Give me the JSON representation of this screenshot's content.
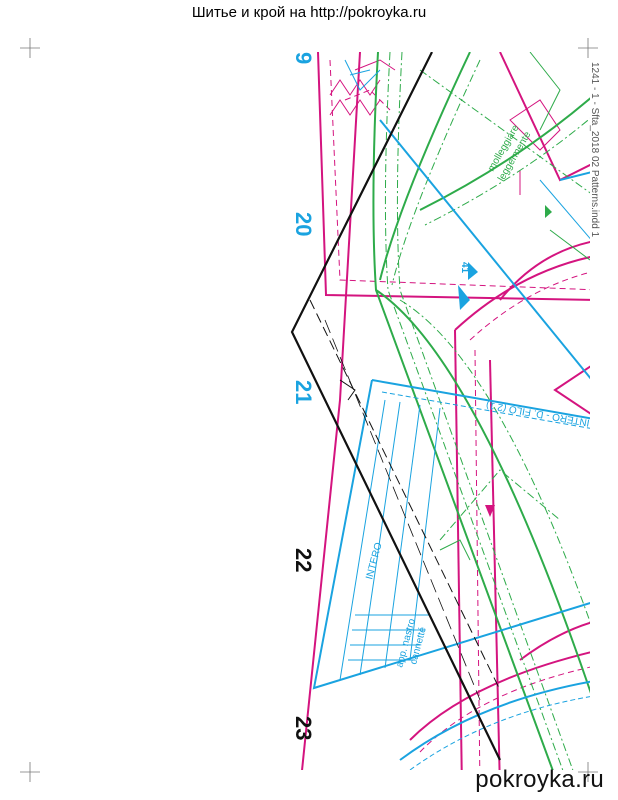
{
  "header": {
    "title": "Шитье и крой на http://pokroyka.ru"
  },
  "footer": {
    "watermark": "pokroyka.ru"
  },
  "page_numbers": [
    {
      "text": "20",
      "color": "#1aa3e0"
    },
    {
      "text": "21",
      "color": "#1aa3e0"
    },
    {
      "text": "22",
      "color": "#111111"
    },
    {
      "text": "23",
      "color": "#111111"
    }
  ],
  "labels": {
    "intero": "INTERO",
    "app_nastro": "app. nastro",
    "cannette": "cannetté",
    "molleggiare": "molleggiare",
    "leggermente": "leggermente",
    "intero_dal_filo": "INTERO - D. FILO (2 1)",
    "piece_mark": "41",
    "side_code": "1241 - 1 - Sfta_2018 02 Patterns.indd 1"
  },
  "colors": {
    "magenta": "#d4147f",
    "cyan": "#1aa3e0",
    "green": "#2eab4a",
    "black": "#111111"
  }
}
